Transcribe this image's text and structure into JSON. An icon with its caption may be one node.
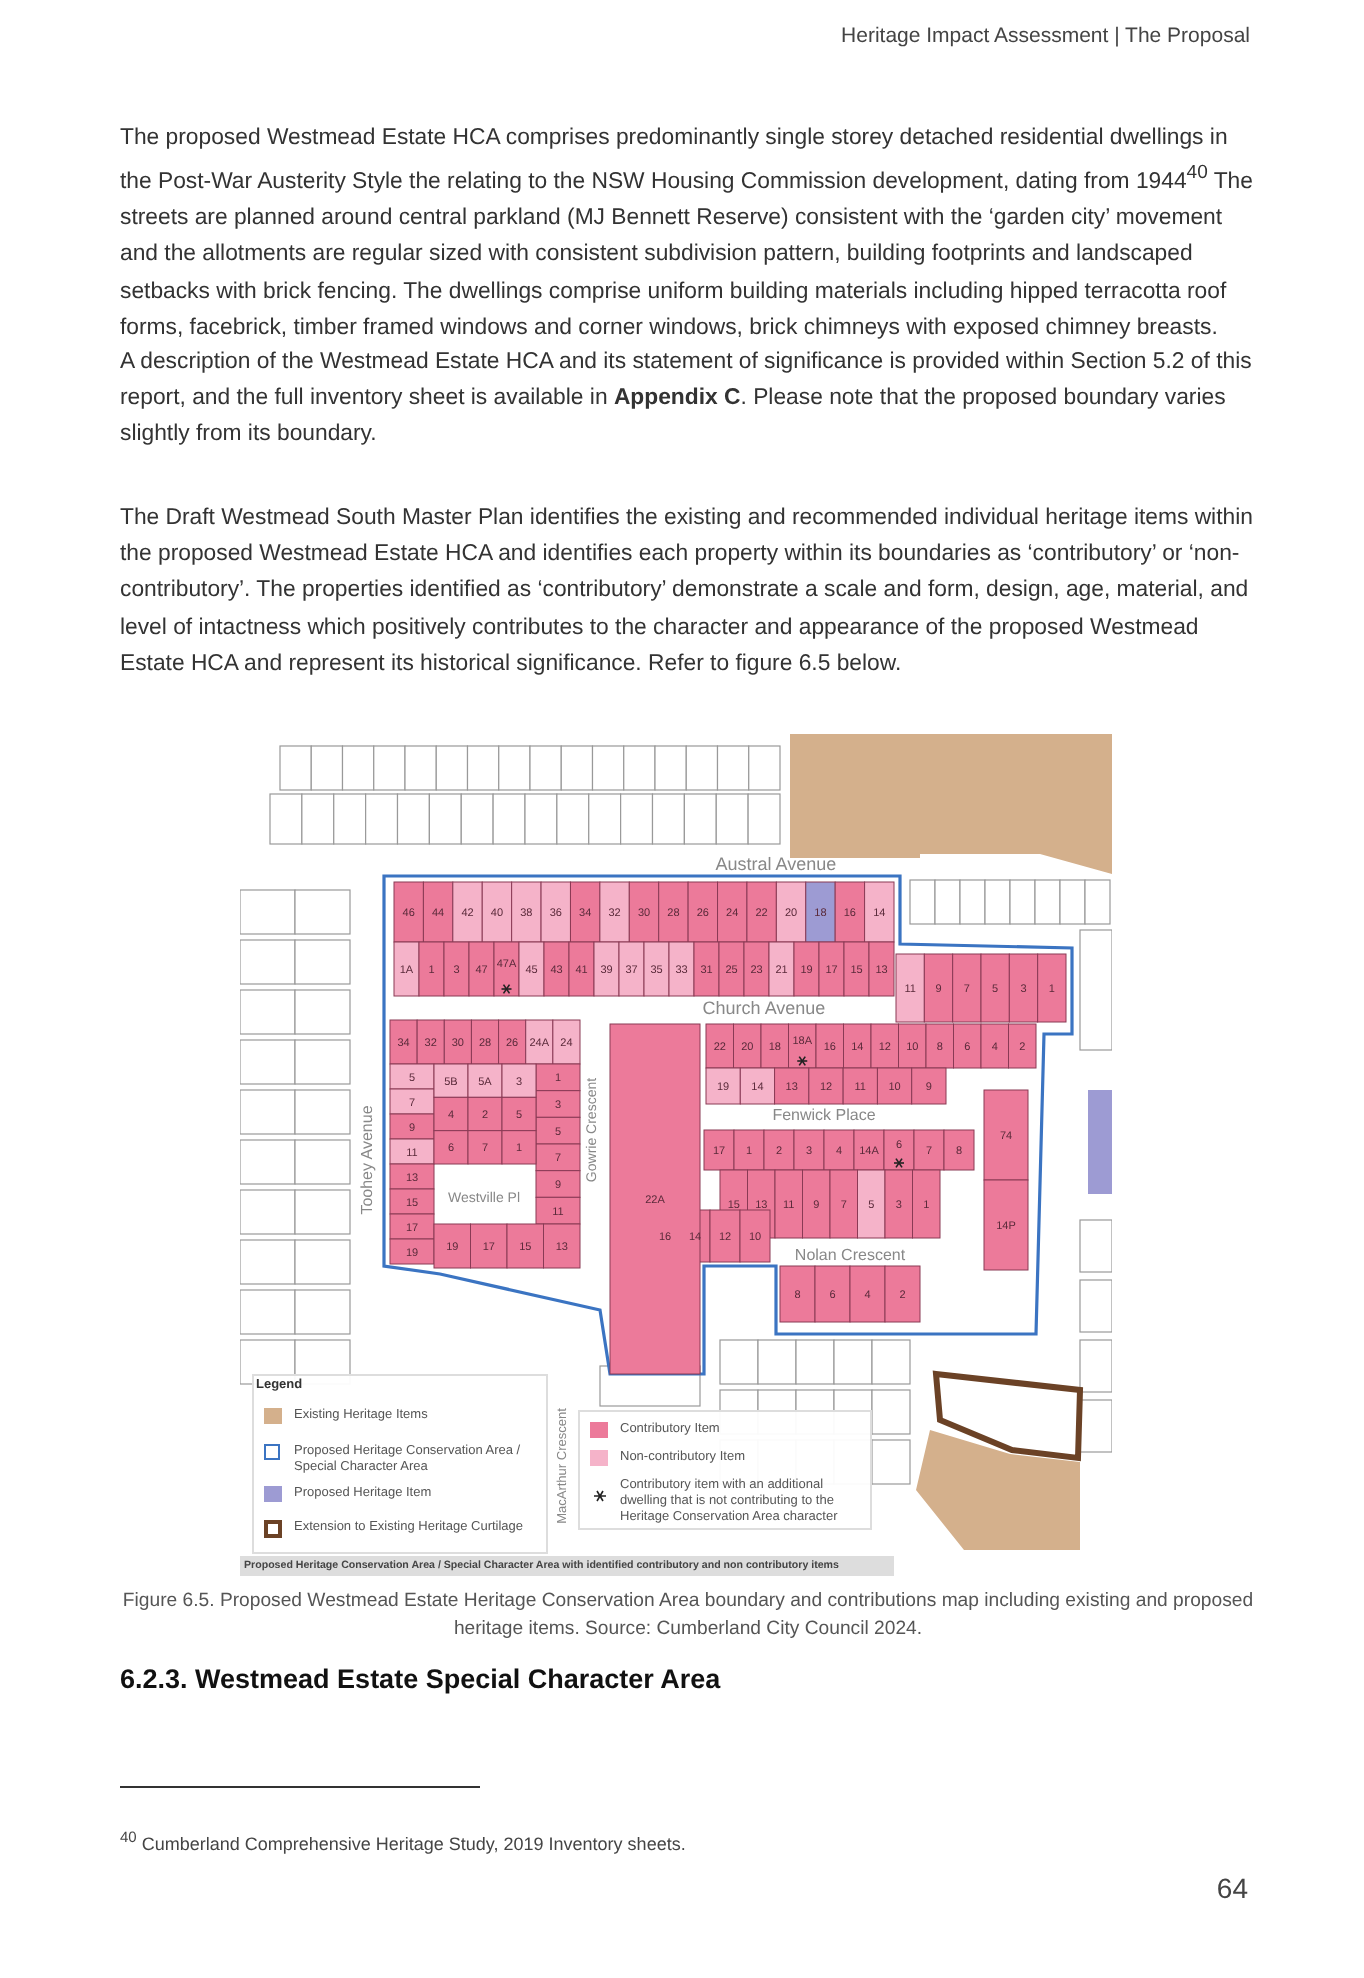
{
  "diagram": {
    "caption": "Figure 6.5. Proposed Westmead Estate Heritage Conservation Area boundary and contributions map including existing and proposed heritage items. Source: Cumberland City Council 2024.",
    "labels": [
      "Heritage Impact Assessment | The Proposal",
      "The proposed Westmead Estate HCA comprises predominantly single storey detached residential dwellings in the Post-War Austerity Style the relating to the NSW Housing Commission development, dating from 1944$^{40}$ The streets are planned around central parkland (MJ Bennett Reserve) consistent with the ‘garden city’ movement and the allotments are regular sized with consistent subdivision pattern, building footprints and landscaped setbacks with brick fencing. The dwellings comprise uniform building materials including hipped terracotta roof forms, facebrick, timber framed windows and corner windows, brick chimneys with exposed chimney breasts.",
      "A description of the Westmead Estate HCA and its statement of significance is provided within Section 5.2 of this report, and the full inventory sheet is available in **Appendix C**. Please note that the proposed boundary varies slightly from its boundary.",
      "The Draft Westmead South Master Plan identifies the existing and recommended individual heritage items within the proposed Westmead Estate HCA and identifies each property within its boundaries as ‘contributory’ or ‘non-contributory’. The properties identified as ‘contributory’ demonstrate a scale and form, design, age, material, and level of intactness which positively contributes to the character and appearance of the proposed Westmead Estate HCA and represent its historical significance. Refer to figure 6.5 below.",
      "Austral Avenue",
      "Church Avenue",
      "Fenwick Place",
      "Toohey Avenue",
      "Gowrie Crescent",
      "Westville Pl",
      "Nolan Crescent",
      "MacArthur Crescent",
      "46",
      "44",
      "42",
      "40",
      "38",
      "36",
      "34",
      "32",
      "30",
      "28",
      "26",
      "24",
      "22",
      "20",
      "18",
      "16",
      "14",
      "1A",
      "1",
      "3",
      "47",
      "47A",
      "45",
      "43",
      "41",
      "39",
      "37",
      "35",
      "33",
      "31",
      "25",
      "23",
      "21",
      "19",
      "17",
      "15",
      "13",
      "11",
      "9",
      "7",
      "5",
      "3",
      "1",
      "22",
      "20",
      "18",
      "18A",
      "16",
      "14",
      "12",
      "10",
      "8",
      "6",
      "4",
      "2",
      "19",
      "14",
      "13",
      "12",
      "11",
      "10",
      "9",
      "17",
      "1",
      "2",
      "3",
      "4",
      "14A",
      "6",
      "7",
      "8",
      "15",
      "13",
      "11",
      "9",
      "7",
      "5",
      "3",
      "1",
      "16",
      "14",
      "12",
      "10",
      "8",
      "6",
      "4",
      "2",
      "74",
      "14P",
      "34",
      "32",
      "30",
      "28",
      "26",
      "24A",
      "24",
      "5",
      "7",
      "9",
      "11",
      "13",
      "15",
      "17",
      "19",
      "1",
      "3",
      "5",
      "7",
      "9",
      "11",
      "5B",
      "5A",
      "3",
      "4",
      "2",
      "5",
      "6",
      "7",
      "1",
      "19",
      "17",
      "15",
      "13",
      "22A",
      "Legend",
      "Proposed Heritage Conservation Area / Special Character Area with identified contributory and non contributory items",
      "6.2.3. Westmead Estate Special Character Area",
      "$^{40}$ Cumberland Comprehensive Heritage Study, 2019 Inventory sheets.",
      "64"
    ],
    "legend": [
      {
        "text": "Existing Heritage Items",
        "color": "#d4b08c"
      },
      {
        "text": "Proposed Heritage Conservation Area / Special Character Area"
      },
      {
        "text": "Proposed Heritage Item",
        "color": "#9d9bd3"
      },
      {
        "text": "Extension to Existing Heritage Curtilage"
      },
      {
        "text": "Contributory Item",
        "color": "#ec7a9a"
      },
      {
        "text": "Non-contributory Item",
        "color": "#f5b3c9"
      },
      {
        "text": "Contributory item with an additional dwelling that is not contributing to the Heritage Conservation Area character"
      }
    ]
  }
}
